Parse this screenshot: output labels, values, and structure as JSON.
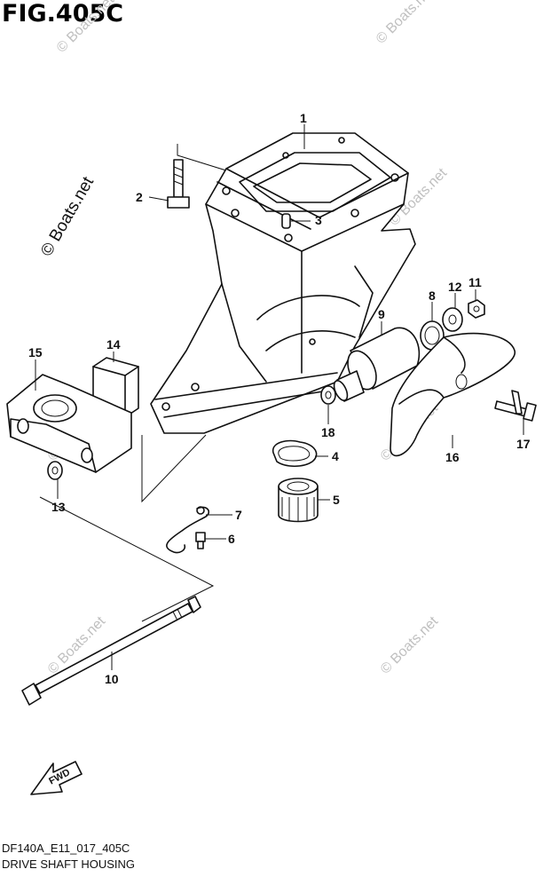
{
  "figure": {
    "title": "FIG.405C"
  },
  "footer": {
    "code": "DF140A_E11_017_405C",
    "title": "DRIVE SHAFT HOUSING"
  },
  "watermark": {
    "text": "© Boats.net"
  },
  "fwd_label": "FWD",
  "callouts": [
    "1",
    "2",
    "3",
    "4",
    "5",
    "6",
    "7",
    "8",
    "9",
    "10",
    "11",
    "12",
    "13",
    "14",
    "15",
    "16",
    "17",
    "18"
  ]
}
